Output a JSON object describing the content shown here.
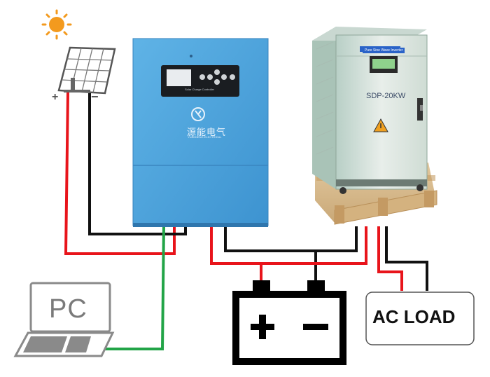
{
  "labels": {
    "pc": "PC",
    "ac_load": "AC LOAD",
    "pv_positive": "+",
    "pv_negative": "−",
    "inverter_model": "SDP-20KW",
    "inverter_panel_title": "Pure Sine Wave Inverter",
    "controller_panel_title": "Solar Charge Controller",
    "controller_brand_cn": "源能电气",
    "controller_brand_en": "YUANNENG ELECTRICAL"
  },
  "colors": {
    "positive_wire": "#e8141b",
    "negative_wire": "#111111",
    "communication_wire": "#22a447",
    "controller_body": "#4ea4dc",
    "sun": "#f39a1e"
  },
  "icons": [
    "sun-icon",
    "solar-panel-icon",
    "laptop-icon",
    "battery-icon",
    "warning-icon"
  ]
}
